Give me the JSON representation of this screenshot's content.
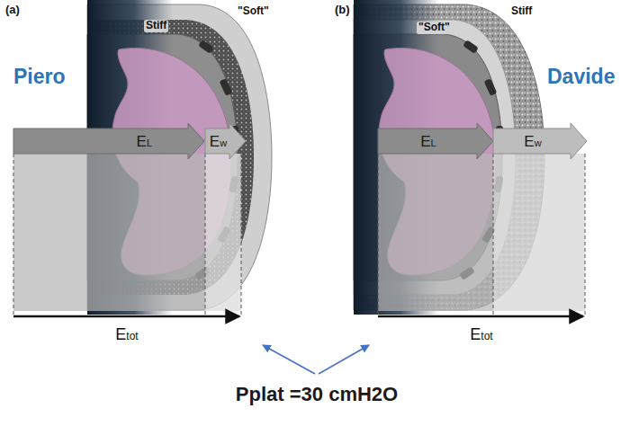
{
  "diagram": {
    "nodes": [
      {
        "text": [
          "EL"
        ]
      },
      {
        "text": [
          "Ew"
        ]
      },
      {
        "text": [
          "EL"
        ]
      },
      {
        "text": [
          "Ew"
        ]
      }
    ],
    "labels": [
      "(a)",
      "Piero",
      "Stiff",
      "\"Soft\"",
      "Etot",
      "(b)",
      "\"Soft\"",
      "Stiff",
      "Davide",
      "Etot",
      "Pplat =30 cmH2O"
    ]
  }
}
